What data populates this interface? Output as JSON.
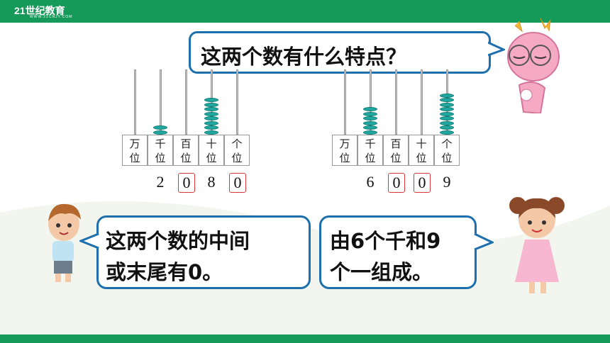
{
  "header": {
    "logo_text": "21世纪教育",
    "logo_sub": "WWW.21CNJY.COM"
  },
  "question_bubble": {
    "text": "这两个数有什么特点？"
  },
  "abacus_left": {
    "places": [
      {
        "label": "万\n位"
      },
      {
        "label": "千\n位"
      },
      {
        "label": "百\n位"
      },
      {
        "label": "十\n位"
      },
      {
        "label": "个\n位"
      }
    ],
    "beads": [
      0,
      2,
      0,
      8,
      0
    ],
    "digits": [
      "2",
      "0",
      "8",
      "0"
    ],
    "boxed": [
      false,
      true,
      false,
      true
    ]
  },
  "abacus_right": {
    "places": [
      {
        "label": "万\n位"
      },
      {
        "label": "千\n位"
      },
      {
        "label": "百\n位"
      },
      {
        "label": "十\n位"
      },
      {
        "label": "个\n位"
      }
    ],
    "beads": [
      0,
      6,
      0,
      0,
      9
    ],
    "digits": [
      "6",
      "0",
      "0",
      "9"
    ],
    "boxed": [
      false,
      true,
      true,
      false
    ]
  },
  "boy_bubble": {
    "line1": "这两个数的中间",
    "line2": "或末尾有0。"
  },
  "girl_bubble": {
    "line1": "由6个千和9",
    "line2": "个一组成。"
  },
  "colors": {
    "green_bar": "#159a5a",
    "bubble_border": "#1d6fae",
    "bead": "#1fa8a0",
    "box_red": "#d9383a"
  }
}
